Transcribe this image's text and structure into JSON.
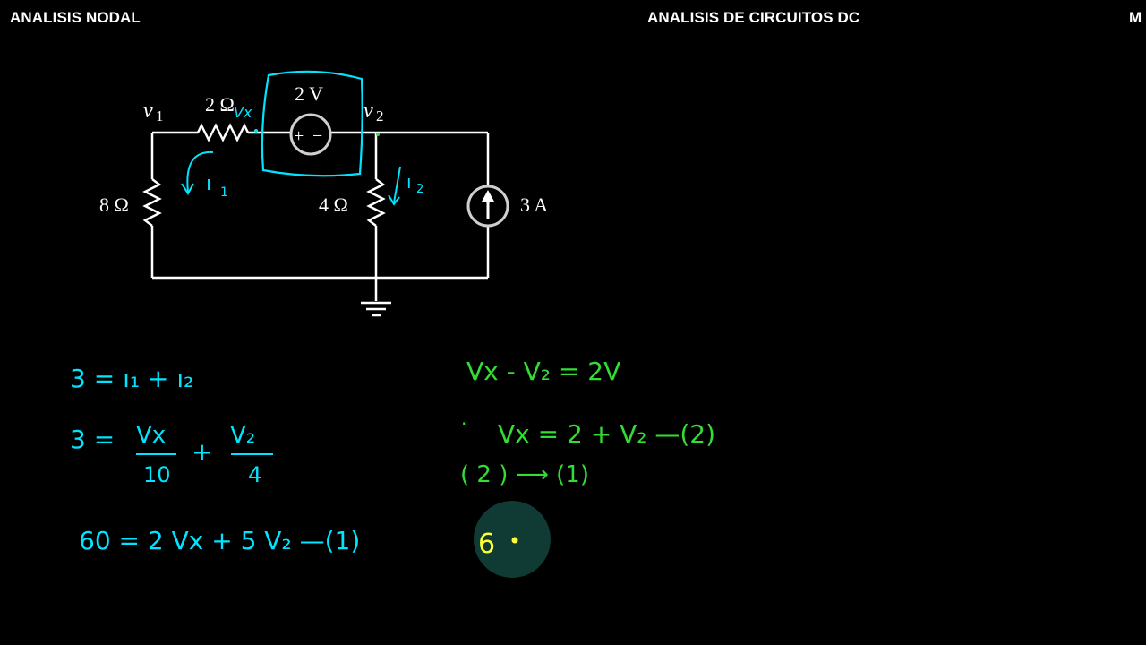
{
  "header": {
    "left_title": "ANALISIS NODAL",
    "center_title": "ANALISIS DE CIRCUITOS DC",
    "right_partial": "M"
  },
  "circuit": {
    "node_v1_label": "v",
    "node_v1_sub": "1",
    "node_v2_label": "v",
    "node_v2_sub": "2",
    "r_top_label": "2 Ω",
    "r_left_label": "8 Ω",
    "r_mid_label": "4 Ω",
    "vsource_label": "2 V",
    "vsource_plus": "+",
    "vsource_minus": "−",
    "isource_label": "3 A",
    "annot_vx": "Vx",
    "annot_i1": "ı",
    "annot_i1_sub": "1",
    "annot_i2": "ı",
    "annot_i2_sub": "2"
  },
  "equations_left": {
    "eq1": "3 =  ı₁  + ı₂",
    "eq2_lhs": "3 =",
    "eq2_frac1_num": "Vx",
    "eq2_frac1_den": "10",
    "eq2_plus": "+",
    "eq2_frac2_num": "V₂",
    "eq2_frac2_den": "4",
    "eq3": "60 = 2 Vx + 5 V₂  —(1)"
  },
  "equations_right": {
    "eq1": "Vx - V₂ = 2V",
    "eq2_dot": "·",
    "eq2": "Vx = 2 + V₂ —(2)",
    "eq3": "( 2 ) ⟶ (1)",
    "partial": "6"
  },
  "colors": {
    "background": "#000000",
    "header_text": "#ffffff",
    "circuit_lines": "#ffffff",
    "cyan_ink": "#00e5ff",
    "green_ink": "#33dd33",
    "yellow_ink": "#ffff33",
    "cursor_highlight": "#0f3b34"
  }
}
